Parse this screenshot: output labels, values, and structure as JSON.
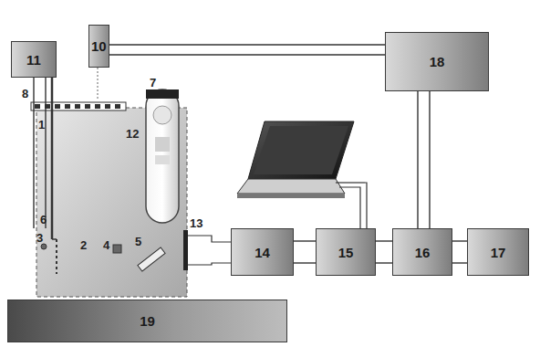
{
  "diagram": {
    "nodes": [
      {
        "text": [
          "11"
        ]
      },
      {
        "text": [
          "10"
        ]
      },
      {
        "text": [
          "18"
        ]
      },
      {
        "text": [
          "14"
        ]
      },
      {
        "text": [
          "15"
        ]
      },
      {
        "text": [
          "16"
        ]
      },
      {
        "text": [
          "17"
        ]
      },
      {
        "text": [
          "19"
        ]
      }
    ],
    "edges": [
      {
        "from": 0,
        "to": 6,
        "arrow": "none"
      },
      {
        "from": 1,
        "to": 2,
        "arrow": "none"
      },
      {
        "from": 3,
        "to": 4,
        "arrow": "none"
      },
      {
        "from": 4,
        "to": 5,
        "arrow": "none"
      },
      {
        "from": 5,
        "to": 6,
        "arrow": "none"
      },
      {
        "from": 2,
        "to": 5,
        "arrow": "none"
      }
    ],
    "labels": [
      "7",
      "8",
      "1",
      "12",
      "6",
      "3",
      "2",
      "4",
      "5",
      "13"
    ]
  }
}
